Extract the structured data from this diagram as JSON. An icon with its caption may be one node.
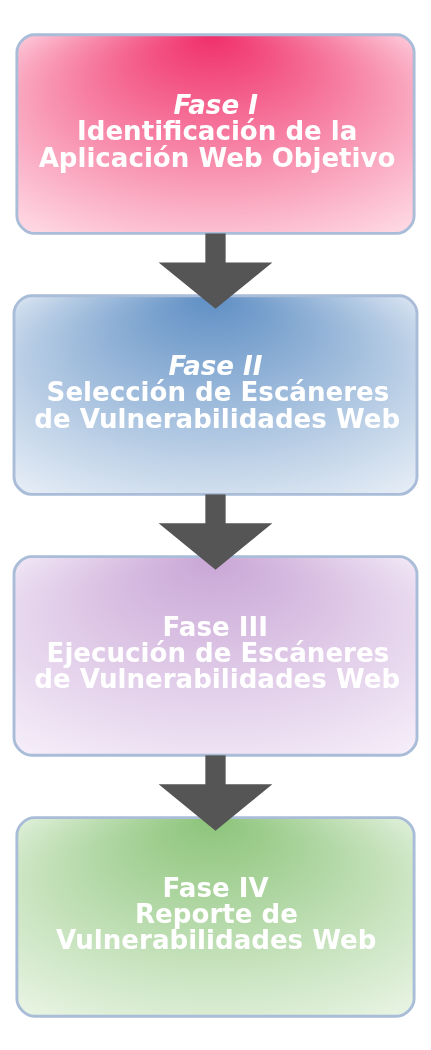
{
  "diagram": {
    "nodes": [
      {
        "text": [
          "Fase I",
          "Identificación de la Aplicación Web Objetivo"
        ]
      },
      {
        "text": [
          "Fase II",
          "Selección de Escáneres de Vulnerabilidades Web"
        ]
      },
      {
        "text": [
          "Fase III",
          "Ejecución de Escáneres de Vulnerabilidades Web"
        ]
      },
      {
        "text": [
          "Fase IV",
          "Reporte de Vulnerabilidades Web"
        ]
      }
    ],
    "edges": [
      {
        "from": 0,
        "to": 1,
        "arrow": "to"
      },
      {
        "from": 1,
        "to": 2,
        "arrow": "to"
      },
      {
        "from": 2,
        "to": 3,
        "arrow": "to"
      }
    ]
  }
}
